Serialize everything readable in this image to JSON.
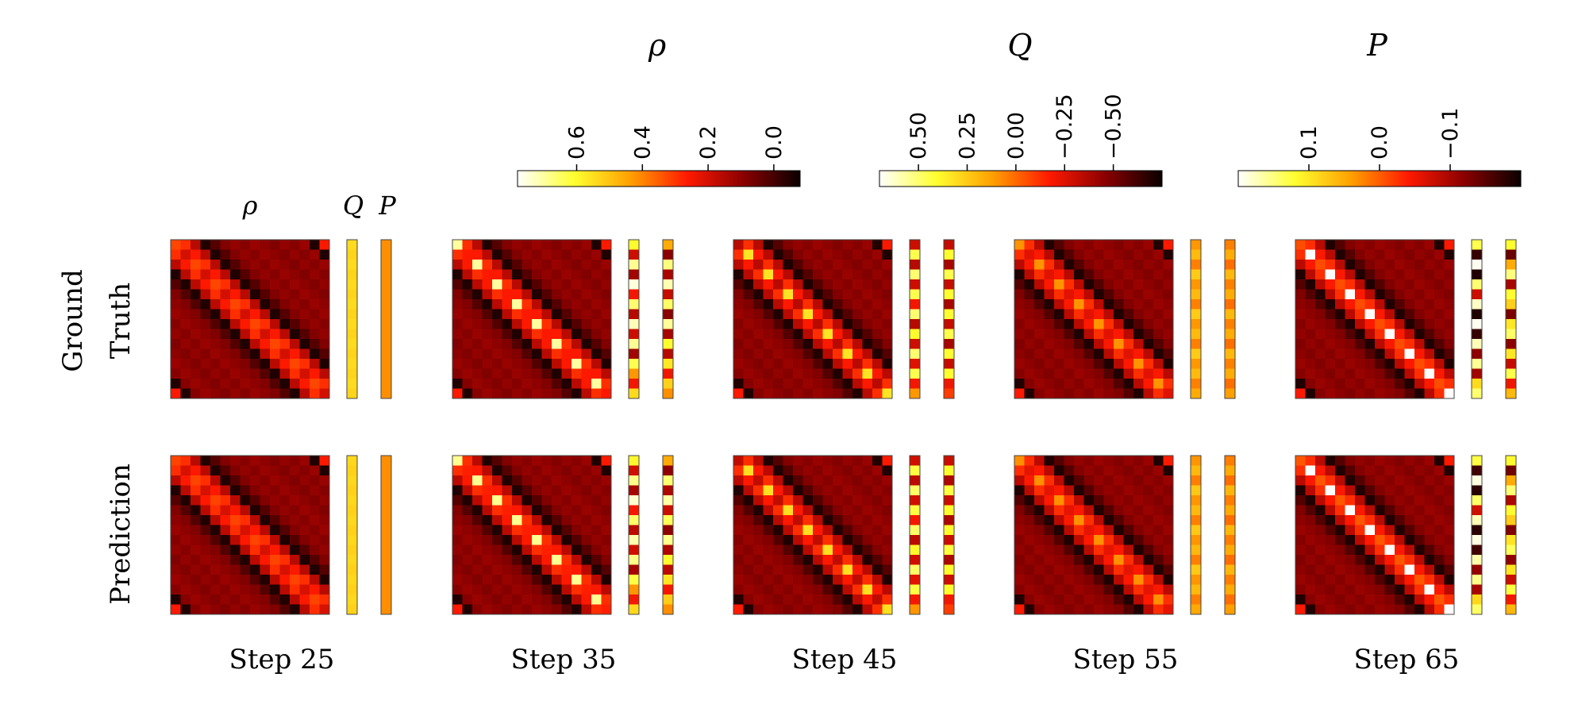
{
  "chart_data": {
    "type": "heatmap",
    "colormap": "hot_r",
    "colorbars": [
      {
        "title": "ρ",
        "range": [
          0.78,
          -0.08
        ],
        "ticks": [
          0.6,
          0.4,
          0.2,
          0.0
        ],
        "tick_labels": [
          "0.6",
          "0.4",
          "0.2",
          "0.0"
        ]
      },
      {
        "title": "Q",
        "range": [
          0.7,
          -0.75
        ],
        "ticks": [
          0.5,
          0.25,
          0.0,
          -0.25,
          -0.5
        ],
        "tick_labels": [
          "0.50",
          "0.25",
          "0.00",
          "−0.25",
          "−0.50"
        ]
      },
      {
        "title": "P",
        "range": [
          0.2,
          -0.2
        ],
        "ticks": [
          0.1,
          0.0,
          -0.1
        ],
        "tick_labels": [
          "0.1",
          "0.0",
          "−0.1"
        ]
      }
    ],
    "column_headers": [
      "ρ",
      "Q",
      "P"
    ],
    "row_labels": [
      [
        "Ground",
        "Truth"
      ],
      [
        "Prediction"
      ]
    ],
    "matrix_size": 16,
    "steps": [
      {
        "label": "Step 25",
        "diag_base": 0.26,
        "diag_amp": 0.06,
        "phase": 0,
        "Q": {
          "values": [
            0.3,
            0.28,
            0.3,
            0.28,
            0.3,
            0.28,
            0.3,
            0.28,
            0.3,
            0.28,
            0.3,
            0.28,
            0.3,
            0.28,
            0.3,
            0.28
          ]
        },
        "P": {
          "values": [
            0.03,
            0.03,
            0.03,
            0.03,
            0.03,
            0.03,
            0.03,
            0.03,
            0.03,
            0.03,
            0.03,
            0.03,
            0.03,
            0.03,
            0.03,
            0.03
          ]
        }
      },
      {
        "label": "Step 35",
        "diag_base": 0.48,
        "diag_amp": 0.22,
        "phase": 0,
        "Q": {
          "values": [
            0.4,
            -0.3,
            0.55,
            -0.4,
            0.65,
            -0.2,
            0.5,
            -0.35,
            0.6,
            -0.3,
            0.55,
            -0.4,
            0.45,
            0.1,
            -0.2,
            0.3
          ]
        },
        "P": {
          "values": [
            0.05,
            -0.12,
            0.15,
            -0.1,
            0.17,
            -0.08,
            0.14,
            -0.12,
            0.16,
            -0.1,
            0.12,
            -0.09,
            0.1,
            -0.05,
            0.08,
            0.03
          ]
        }
      },
      {
        "label": "Step 45",
        "diag_base": 0.36,
        "diag_amp": 0.2,
        "phase": 1,
        "Q": {
          "values": [
            -0.3,
            0.45,
            -0.35,
            0.5,
            -0.3,
            0.45,
            -0.2,
            0.5,
            -0.35,
            0.4,
            -0.3,
            0.5,
            -0.25,
            0.45,
            -0.2,
            0.1
          ]
        },
        "P": {
          "values": [
            -0.08,
            0.12,
            -0.1,
            0.13,
            -0.08,
            0.12,
            -0.1,
            0.12,
            -0.08,
            0.13,
            -0.1,
            0.12,
            -0.08,
            0.12,
            -0.05,
            -0.02
          ]
        }
      },
      {
        "label": "Step 55",
        "diag_base": 0.32,
        "diag_amp": 0.1,
        "phase": 0,
        "Q": {
          "values": [
            0.1,
            0.2,
            0.05,
            0.25,
            0.1,
            0.2,
            0.05,
            0.25,
            0.1,
            0.2,
            0.05,
            0.25,
            0.1,
            0.2,
            0.05,
            0.15
          ]
        },
        "P": {
          "values": [
            0.02,
            0.05,
            0.01,
            0.06,
            0.02,
            0.05,
            0.01,
            0.06,
            0.02,
            0.05,
            0.01,
            0.06,
            0.02,
            0.05,
            0.01,
            0.04
          ]
        }
      },
      {
        "label": "Step 65",
        "diag_base": 0.58,
        "diag_amp": 0.25,
        "phase": 1,
        "Q": {
          "values": [
            0.45,
            -0.65,
            0.68,
            -0.7,
            0.5,
            -0.3,
            0.62,
            -0.7,
            0.68,
            -0.65,
            0.6,
            -0.45,
            0.55,
            -0.4,
            0.3,
            0.5
          ]
        },
        "P": {
          "values": [
            0.12,
            -0.14,
            0.05,
            0.15,
            -0.1,
            0.12,
            0.08,
            -0.13,
            0.1,
            0.14,
            -0.12,
            0.1,
            -0.08,
            0.13,
            -0.05,
            0.06
          ]
        }
      }
    ]
  }
}
